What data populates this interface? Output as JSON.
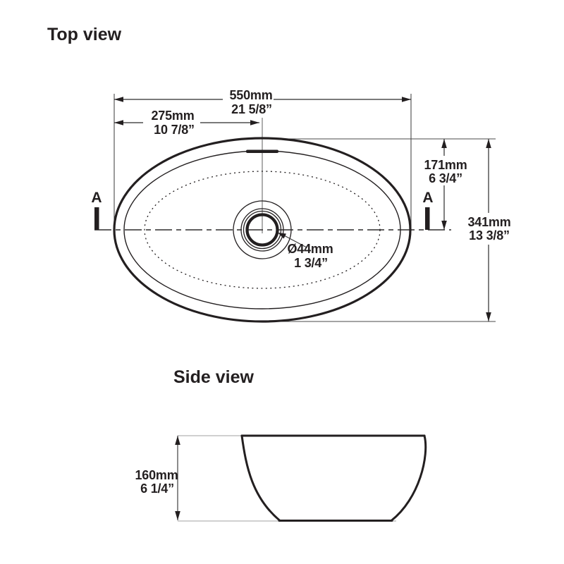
{
  "colors": {
    "ink": "#231f20",
    "thin_line": "#3a3a3a",
    "extension_gray": "#b5b5b5",
    "background": "#ffffff"
  },
  "top_view": {
    "title": "Top view",
    "section_label": "A",
    "dimensions": {
      "overall_width": {
        "metric": "550mm",
        "imperial": "21 5/8”"
      },
      "center_from_left": {
        "metric": "275mm",
        "imperial": "10 7/8”"
      },
      "rim_to_center": {
        "metric": "171mm",
        "imperial": "6 3/4”"
      },
      "overall_depth": {
        "metric": "341mm",
        "imperial": "13 3/8”"
      },
      "drain_diameter": {
        "metric": "Ø44mm",
        "imperial": "1 3/4”"
      }
    }
  },
  "side_view": {
    "title": "Side view",
    "dimensions": {
      "overall_height": {
        "metric": "160mm",
        "imperial": "6 1/4”"
      }
    }
  }
}
